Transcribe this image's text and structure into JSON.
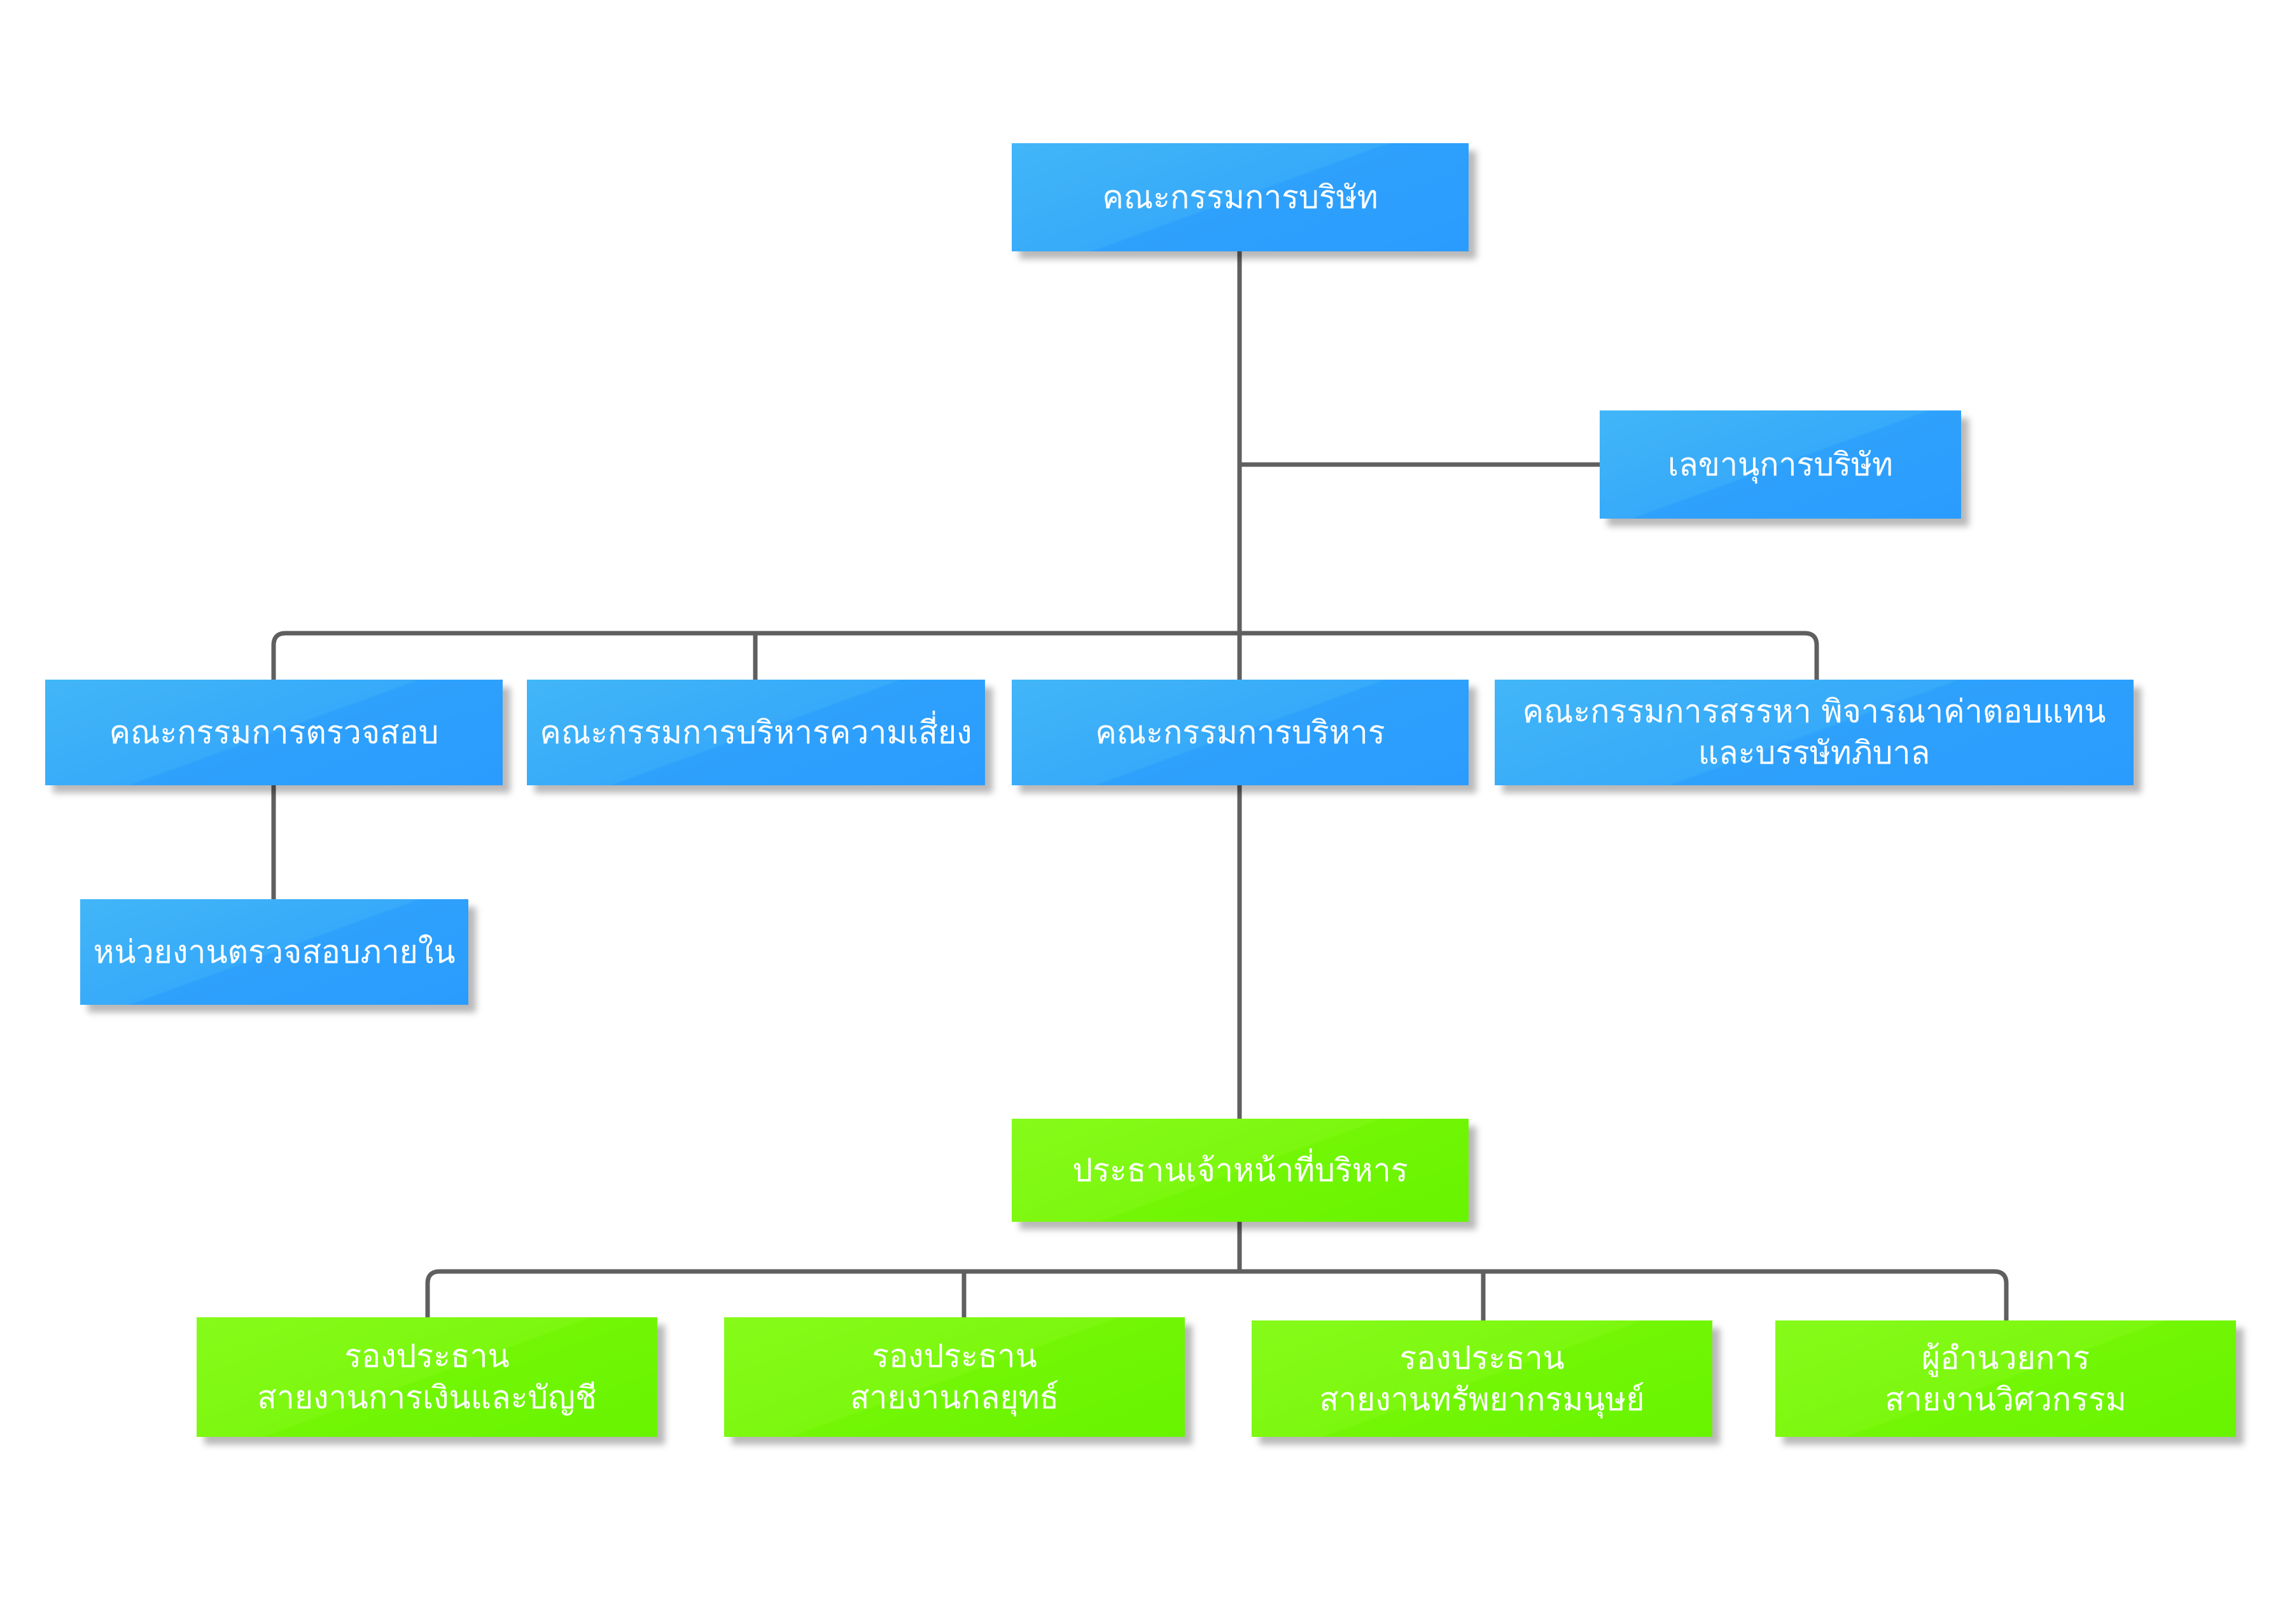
{
  "colors": {
    "blue_box": "#2ea1fc",
    "green_box": "#72f605",
    "connector": "#5f5f5f",
    "text": "#ffffff"
  },
  "org_chart": {
    "board": "คณะกรรมการบริษัท",
    "secretary": "เลขานุการบริษัท",
    "committees": {
      "audit": "คณะกรรมการตรวจสอบ",
      "risk": "คณะกรรมการบริหารความเสี่ยง",
      "executive": "คณะกรรมการบริหาร",
      "nomination": "คณะกรรมการสรรหา พิจารณาค่าตอบแทน\nและบรรษัทภิบาล"
    },
    "internal_audit": "หน่วยงานตรวจสอบภายใน",
    "ceo": "ประธานเจ้าหน้าที่บริหาร",
    "divisions": {
      "finance": "รองประธาน\nสายงานการเงินและบัญชี",
      "strategy": "รองประธาน\nสายงานกลยุทธ์",
      "hr": "รองประธาน\nสายงานทรัพยากรมนุษย์",
      "engineering": "ผู้อำนวยการ\nสายงานวิศวกรรม"
    }
  }
}
